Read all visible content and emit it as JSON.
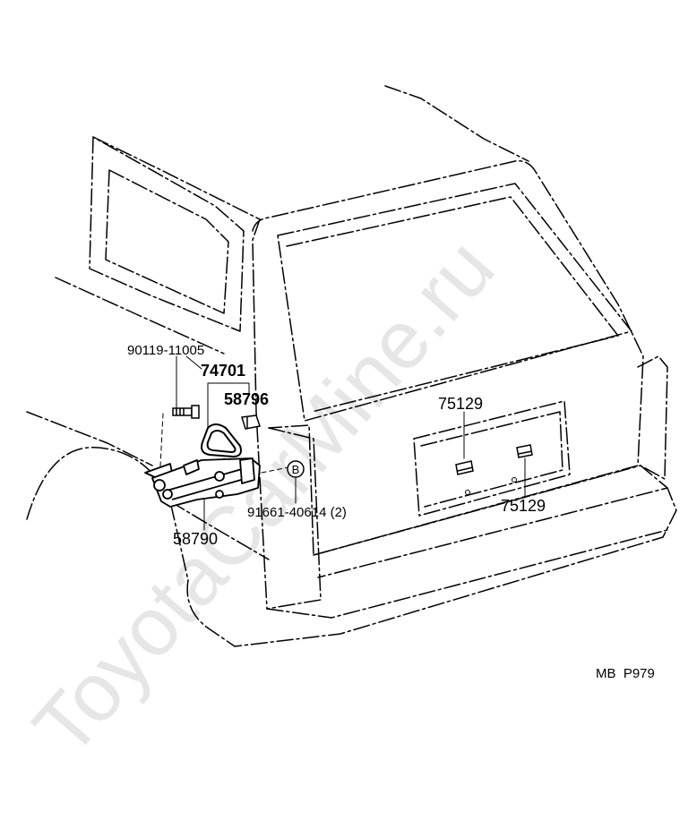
{
  "watermark": "ToyotaCarMine.ru",
  "parts": {
    "bolt_number": "90119-11005",
    "cover_number": "74701",
    "clip_number": "58796",
    "bracket_number": "58790",
    "nut_number": "91661-40614 (2)",
    "nut_marker": "B",
    "stop_upper_number": "75129",
    "stop_lower_number": "75129"
  },
  "diagram_code": "MB  P979",
  "colors": {
    "line": "#000000",
    "watermark": "#e6e6e6"
  }
}
